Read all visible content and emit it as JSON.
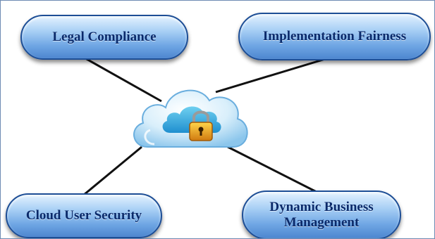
{
  "diagram": {
    "hub": {
      "icon": "cloud-lock-icon"
    },
    "nodes": [
      {
        "id": "legal",
        "label": "Legal Compliance"
      },
      {
        "id": "impl",
        "label": "Implementation Fairness"
      },
      {
        "id": "cloud_sec",
        "label": "Cloud User Security"
      },
      {
        "id": "dyn",
        "label": "Dynamic Business Management"
      }
    ],
    "edges": [
      {
        "from": "hub",
        "to": "legal"
      },
      {
        "from": "hub",
        "to": "impl"
      },
      {
        "from": "hub",
        "to": "cloud_sec"
      },
      {
        "from": "hub",
        "to": "dyn"
      }
    ],
    "colors": {
      "node_fill": "#6fa6e4",
      "node_border": "#1d4e96",
      "node_text": "#0a2a6b",
      "cloud": "#bfe3f8",
      "lock": "#f0a020"
    }
  }
}
